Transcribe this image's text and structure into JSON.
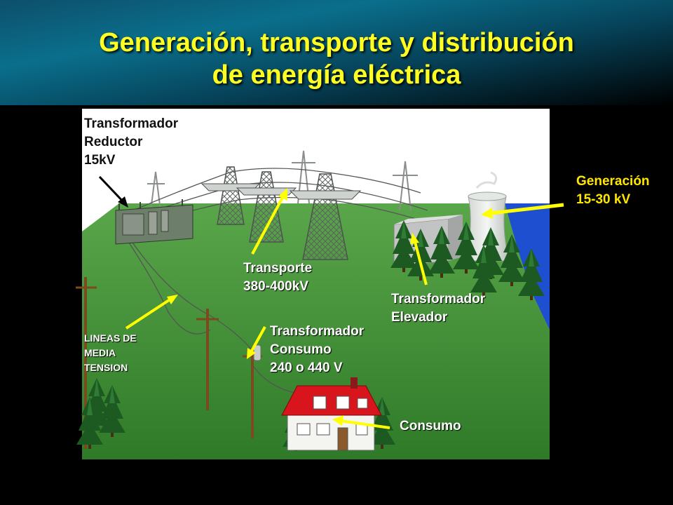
{
  "title": {
    "line1": "Generación, transporte y distribución",
    "line2": "de energía eléctrica"
  },
  "labels": {
    "reductor": [
      "Transformador",
      "Reductor",
      "15kV"
    ],
    "generacion": [
      "Generación",
      "15-30 kV"
    ],
    "transporte": [
      "Transporte",
      "380-400kV"
    ],
    "elevador": [
      "Transformador",
      "Elevador"
    ],
    "consumo_transformer": [
      "Transformador",
      "Consumo",
      "240  o 440 V"
    ],
    "lineas": [
      "LINEAS DE",
      "MEDIA",
      "TENSION"
    ],
    "consumo": "Consumo"
  },
  "colors": {
    "title": "#ffff22",
    "arrow": "#ffff00",
    "grass": "#3b8a2e",
    "sky": "#ffffff",
    "water": "#1e4fd0",
    "roof": "#d8141c"
  }
}
